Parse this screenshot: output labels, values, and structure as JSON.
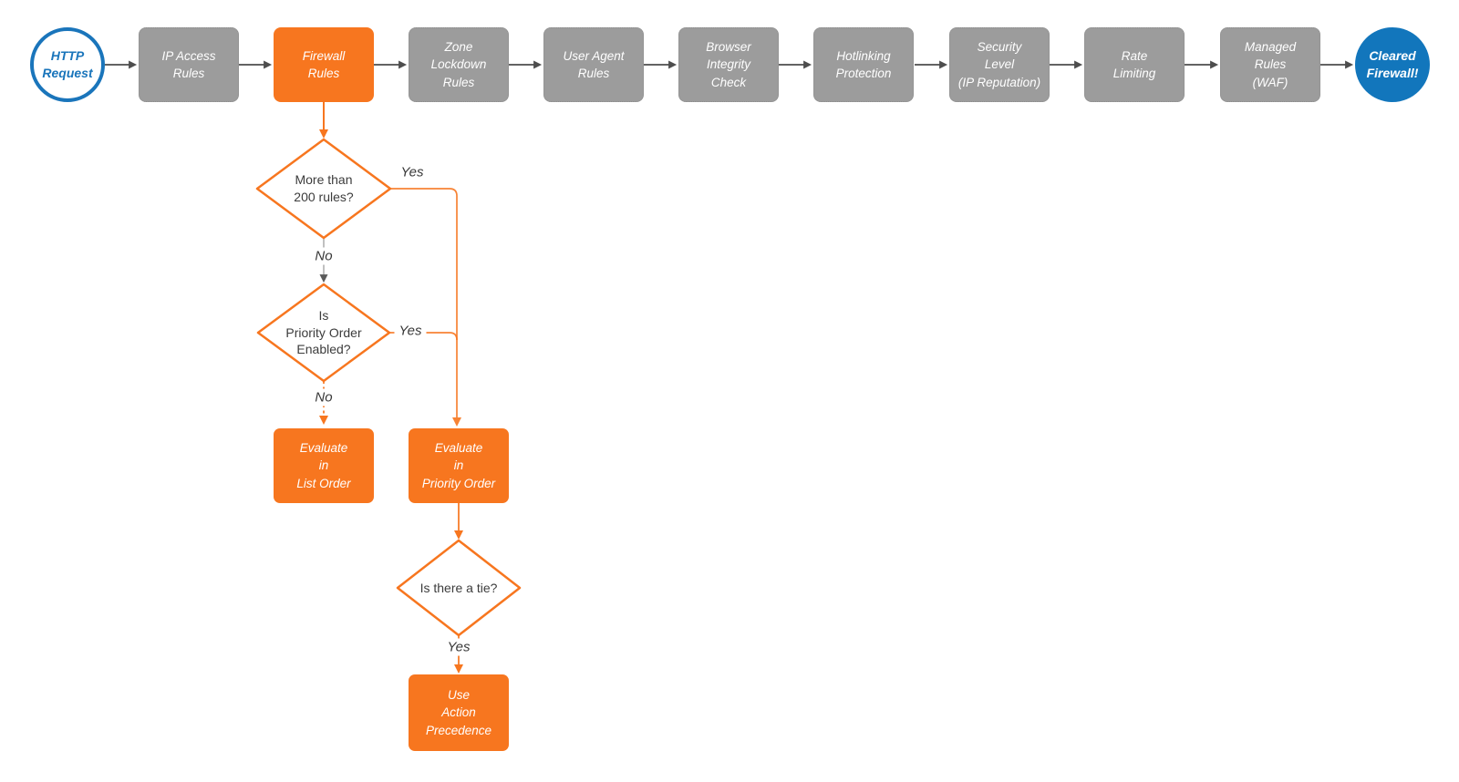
{
  "colors": {
    "accent_orange": "#F7761F",
    "stage_gray": "#9C9C9C",
    "terminal_blue": "#1276BC",
    "connector_dark": "#4D4D4D",
    "connector_gray": "#B0B0B0"
  },
  "pipeline": {
    "start": {
      "label": "HTTP\nRequest"
    },
    "stages": [
      {
        "label": "IP Access\nRules",
        "highlighted": false
      },
      {
        "label": "Firewall\nRules",
        "highlighted": true
      },
      {
        "label": "Zone\nLockdown\nRules",
        "highlighted": false
      },
      {
        "label": "User Agent\nRules",
        "highlighted": false
      },
      {
        "label": "Browser\nIntegrity\nCheck",
        "highlighted": false
      },
      {
        "label": "Hotlinking\nProtection",
        "highlighted": false
      },
      {
        "label": "Security\nLevel\n(IP Reputation)",
        "highlighted": false
      },
      {
        "label": "Rate\nLimiting",
        "highlighted": false
      },
      {
        "label": "Managed\nRules\n(WAF)",
        "highlighted": false
      }
    ],
    "end": {
      "label": "Cleared\nFirewall!"
    }
  },
  "firewall_subflow": {
    "decision_rule_count": {
      "label": "More than\n200 rules?",
      "yes_label": "Yes",
      "no_label": "No"
    },
    "decision_priority_order": {
      "label": "Is\nPriority Order\nEnabled?",
      "yes_label": "Yes",
      "no_label": "No"
    },
    "process_list_order": {
      "label": "Evaluate\nin\nList Order"
    },
    "process_priority_order": {
      "label": "Evaluate\nin\nPriority Order"
    },
    "decision_tie": {
      "label": "Is there a tie?",
      "yes_label": "Yes"
    },
    "process_action_precedence": {
      "label": "Use\nAction\nPrecedence"
    }
  }
}
